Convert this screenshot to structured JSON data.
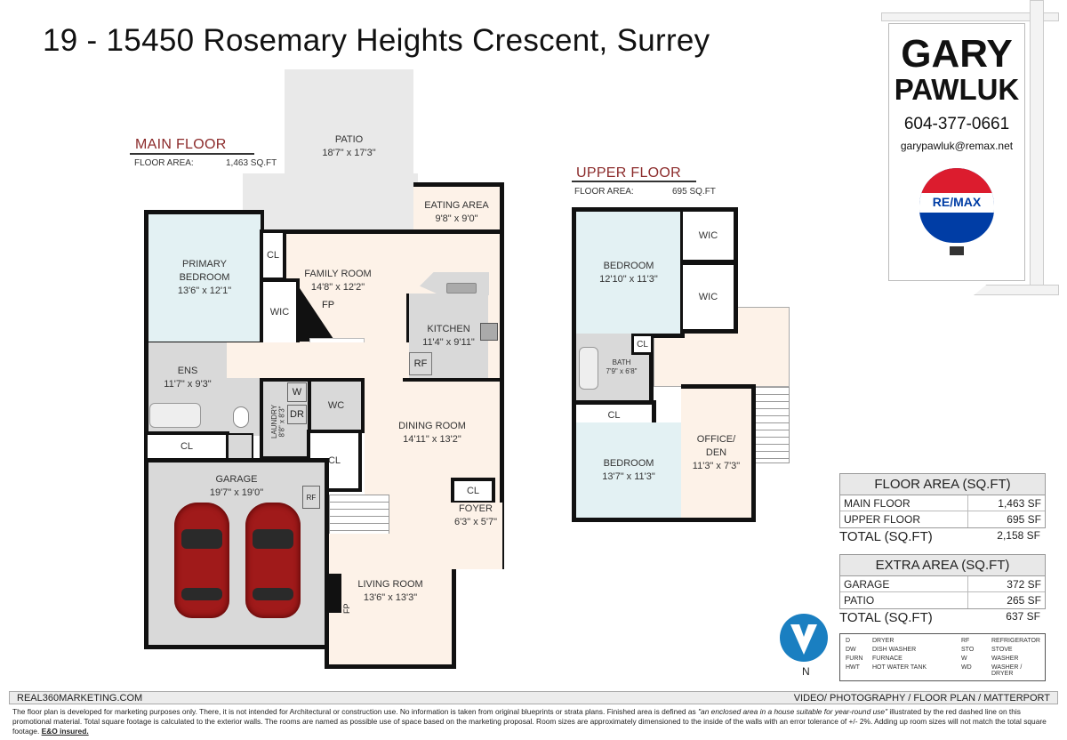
{
  "title": "19 - 15450 Rosemary Heights Crescent, Surrey",
  "main_floor": {
    "heading": "MAIN FLOOR",
    "area_label": "FLOOR AREA:",
    "area_value": "1,463 SQ.FT",
    "rooms": {
      "patio": {
        "name": "PATIO",
        "size": "18'7\" x 17'3\""
      },
      "eating": {
        "name": "EATING AREA",
        "size": "9'8\" x 9'0\""
      },
      "primary": {
        "name": "PRIMARY BEDROOM",
        "size": "13'6\" x 12'1\""
      },
      "family": {
        "name": "FAMILY ROOM",
        "size": "14'8\" x 12'2\""
      },
      "kitchen": {
        "name": "KITCHEN",
        "size": "11'4\" x 9'11\""
      },
      "ens": {
        "name": "ENS",
        "size": "11'7\" x 9'3\""
      },
      "laundry": {
        "name": "LAUNDRY",
        "size": "8'8\" x 8'3\""
      },
      "dining": {
        "name": "DINING ROOM",
        "size": "14'11\" x 13'2\""
      },
      "garage": {
        "name": "GARAGE",
        "size": "19'7\" x 19'0\""
      },
      "foyer": {
        "name": "FOYER",
        "size": "6'3\" x 5'7\""
      },
      "living": {
        "name": "LIVING ROOM",
        "size": "13'6\" x 13'3\""
      }
    },
    "tags": {
      "cl": "CL",
      "wic": "WIC",
      "fp": "FP",
      "rf": "RF",
      "w": "W",
      "dr": "DR",
      "wc": "WC"
    }
  },
  "upper_floor": {
    "heading": "UPPER FLOOR",
    "area_label": "FLOOR AREA:",
    "area_value": "695 SQ.FT",
    "rooms": {
      "bedroom1": {
        "name": "BEDROOM",
        "size": "12'10\" x 11'3\""
      },
      "bath": {
        "name": "BATH",
        "size": "7'9\" x 6'8\""
      },
      "bedroom2": {
        "name": "BEDROOM",
        "size": "13'7\" x 11'3\""
      },
      "office": {
        "name": "OFFICE/ DEN",
        "size": "11'3\" x 7'3\""
      }
    },
    "tags": {
      "wic": "WIC",
      "cl": "CL"
    }
  },
  "floor_area_table": {
    "header": "FLOOR AREA (SQ.FT)",
    "rows": [
      {
        "label": "MAIN FLOOR",
        "value": "1,463 SF"
      },
      {
        "label": "UPPER FLOOR",
        "value": "695 SF"
      }
    ],
    "total_label": "TOTAL (SQ.FT)",
    "total_value": "2,158 SF"
  },
  "extra_area_table": {
    "header": "EXTRA AREA (SQ.FT)",
    "rows": [
      {
        "label": "GARAGE",
        "value": "372 SF"
      },
      {
        "label": "PATIO",
        "value": "265 SF"
      }
    ],
    "total_label": "TOTAL (SQ.FT)",
    "total_value": "637 SF"
  },
  "legend": [
    [
      "D",
      "DRYER",
      "RF",
      "REFRIGERATOR"
    ],
    [
      "DW",
      "DISH WASHER",
      "STO",
      "STOVE"
    ],
    [
      "FURN",
      "FURNACE",
      "W",
      "WASHER"
    ],
    [
      "HWT",
      "HOT WATER TANK",
      "WD",
      "WASHER / DRYER"
    ]
  ],
  "compass": {
    "label": "N"
  },
  "agent": {
    "name_line1": "GARY",
    "name_line2": "PAWLUK",
    "phone": "604-377-0661",
    "email": "garypawluk@remax.net",
    "brand": "RE/MAX",
    "brand_colors": {
      "red": "#dc1c2e",
      "blue": "#003da5"
    }
  },
  "footer": {
    "website": "REAL360MARKETING.COM",
    "services": "VIDEO/ PHOTOGRAPHY / FLOOR PLAN / MATTERPORT",
    "disclaimer_1": "The floor plan is developed for marketing purposes only. There, it is not intended for Architectural or construction use. No information is  taken from original blueprints or strata plans. Finished area is defined as ",
    "disclaimer_italic": "\"an enclosed area in a house suitable for year-round use\"",
    "disclaimer_2": " illustrated by the red dashed line on this promotional material. Total square footage is calculated to the exterior walls. The rooms are named as possible use of space based on the marketing proposal. Room sizes are approximately dimensioned to the inside of the walls with an error tolerance of +/- 2%. Adding up room sizes will not match the total square footage. ",
    "disclaimer_bold": "E&O insured."
  }
}
